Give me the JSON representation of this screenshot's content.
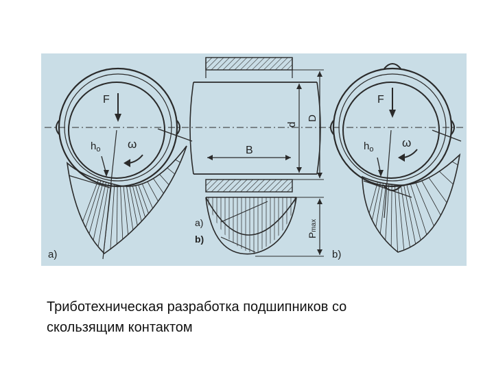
{
  "figure": {
    "left_bearing": {
      "panel_label": "a)",
      "force_label": "F",
      "gap_label": "h",
      "gap_subscript": "o",
      "rotation_label": "ω"
    },
    "shaft": {
      "inner_diameter_label": "d",
      "outer_diameter_label": "D",
      "width_label": "B",
      "curve_a_label": "a)",
      "curve_b_label": "b)",
      "pressure_label": "P",
      "pressure_subscript": "max"
    },
    "right_bearing": {
      "panel_label": "b)",
      "force_label": "F",
      "gap_label": "h",
      "gap_subscript": "o",
      "rotation_label": "ω"
    }
  },
  "caption": {
    "line1": "Триботехническая разработка подшипников со",
    "line2": "скользящим контактом"
  },
  "colors": {
    "background": "#c9dde6",
    "ink": "#2a2a2a",
    "caption": "#111111"
  }
}
